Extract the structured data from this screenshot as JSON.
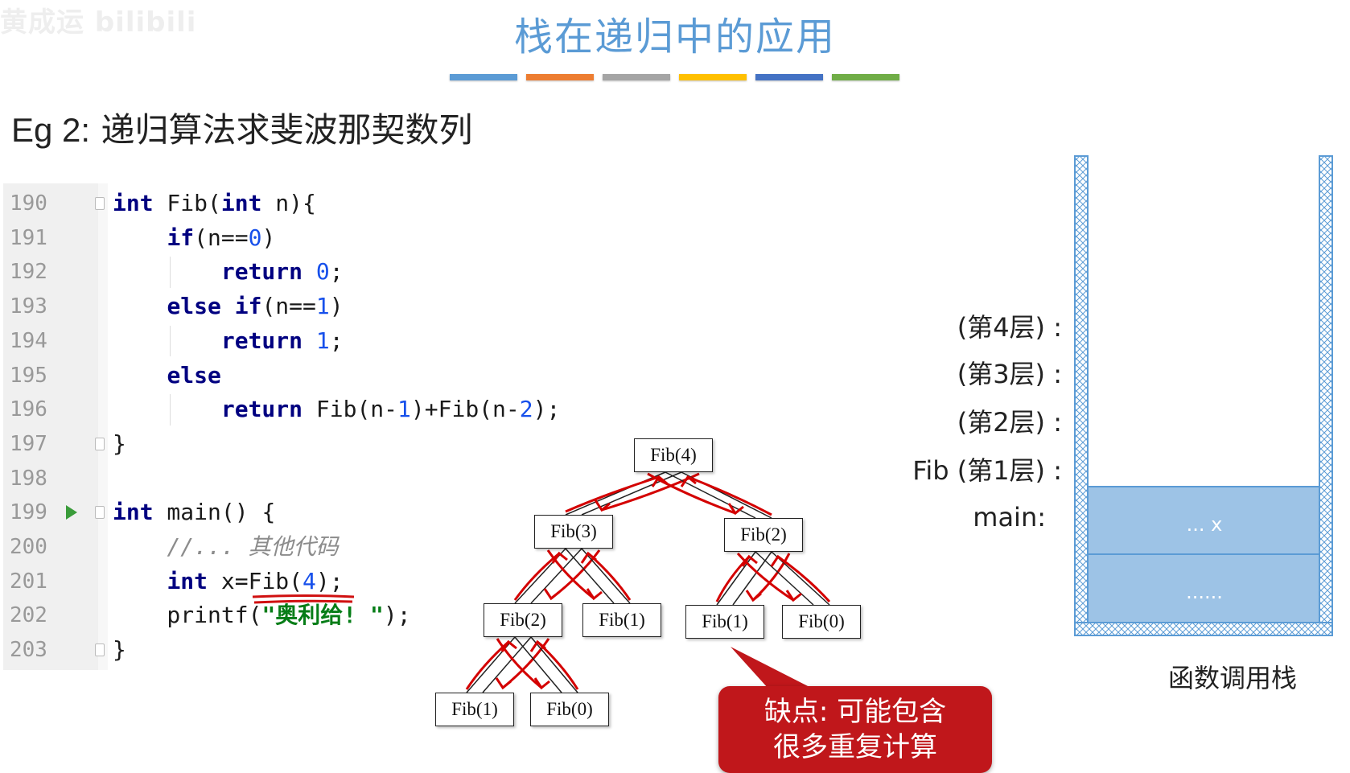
{
  "watermark": "黄成运 bilibili",
  "title": "栈在递归中的应用",
  "title_bar_colors": [
    "#5b9bd5",
    "#ed7d31",
    "#a5a5a5",
    "#ffc000",
    "#4472c4",
    "#70ad47"
  ],
  "subtitle": {
    "prefix": "Eg 2:",
    "text": "递归算法求斐波那契数列"
  },
  "code": {
    "line_numbers": [
      "190",
      "191",
      "192",
      "193",
      "194",
      "195",
      "196",
      "197",
      "198",
      "199",
      "200",
      "201",
      "202",
      "203"
    ],
    "lines": [
      "int Fib(int n){",
      "    if(n==0)",
      "        return 0;",
      "    else if(n==1)",
      "        return 1;",
      "    else",
      "        return Fib(n-1)+Fib(n-2);",
      "}",
      "",
      "int main() {",
      "    //... 其他代码",
      "    int x=Fib(4);",
      "    printf(\"奥利给! \");",
      "}"
    ]
  },
  "tree": {
    "nodes": [
      "Fib(4)",
      "Fib(3)",
      "Fib(2)",
      "Fib(2)",
      "Fib(1)",
      "Fib(1)",
      "Fib(0)",
      "Fib(1)",
      "Fib(0)"
    ]
  },
  "callout": "缺点: 可能包含很多重复计算",
  "stack": {
    "labels": [
      "(第4层) :",
      "(第3层) :",
      "(第2层) :",
      "Fib (第1层) :",
      "main:"
    ],
    "frames": [
      "... x",
      "......"
    ],
    "caption": "函数调用栈",
    "fill_color": "#9dc3e6",
    "border_color": "#5b9bd5"
  }
}
